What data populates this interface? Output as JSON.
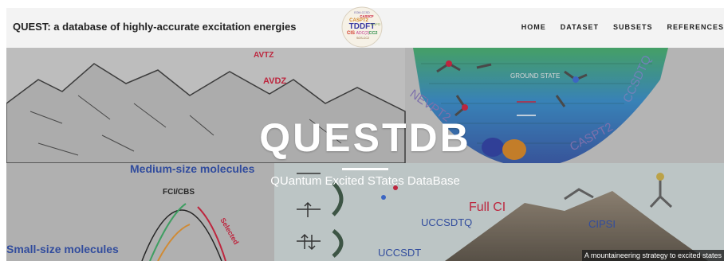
{
  "header": {
    "title": "QUEST: a database of highly-accurate excitation energies",
    "logo_words": [
      "EOM-CCSD",
      "CASSCF",
      "CASPT2",
      "TDDFT",
      "CIS",
      "ADC(2)",
      "CC2",
      "NEVPT2",
      "SOS-CC2"
    ]
  },
  "nav": {
    "items": [
      "HOME",
      "DATASET",
      "SUBSETS",
      "REFERENCES"
    ]
  },
  "hero": {
    "title": "QUESTDB",
    "subtitle": "QUantum Excited STates DataBase",
    "caption": "A mountaineering strategy to excited states",
    "figure_labels": {
      "avtz": "AVTZ",
      "avdz": "AVDZ",
      "ground_state": "GROUND STATE",
      "nevpt2": "NEVPT2",
      "caspt2": "CASPT2",
      "ccsdtq": "CCSDTQ",
      "medium": "Medium-size molecules",
      "small": "Small-size molecules",
      "fcicbs": "FCI/CBS",
      "selected": "Selected",
      "fullci": "Full CI",
      "uccsdtq": "UCCSDTQ",
      "cipsi": "CIPSI",
      "uccsdt": "UCCSDT"
    }
  },
  "colors": {
    "hero_gray": "#bdbdbd",
    "navy_label": "#1e3fa2",
    "red_label": "#c8102e",
    "purple_label": "#7b6bb3",
    "surface_green": "#2fa35a"
  }
}
